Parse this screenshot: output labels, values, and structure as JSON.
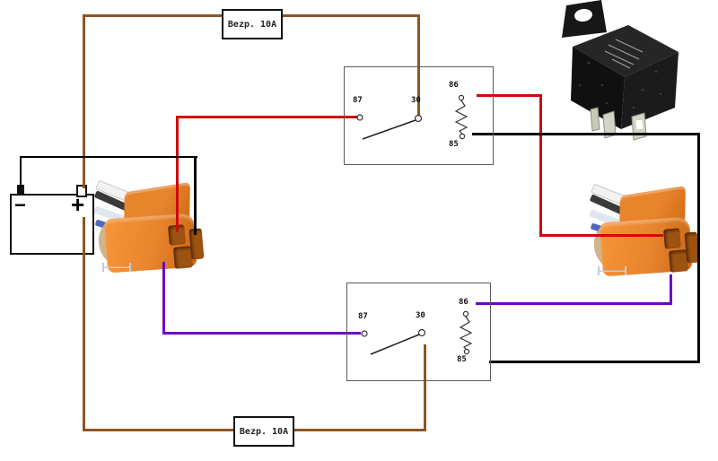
{
  "fuses": {
    "top_label": "Bezp. 10A",
    "bottom_label": "Bezp. 10A"
  },
  "battery": {
    "minus": "−",
    "plus": "+"
  },
  "relays": {
    "top": {
      "t87": "87",
      "t30": "30",
      "t86": "86",
      "t85": "85"
    },
    "bottom": {
      "t87": "87",
      "t30": "30",
      "t86": "86",
      "t85": "85"
    }
  },
  "colors": {
    "brown": "#8d5520",
    "red": "#cf0a0a",
    "black": "#000000",
    "purple": "#6d00c8",
    "orange": "#e8842c"
  },
  "wires": [
    {
      "name": "wire-brown-fuse-top-feed",
      "color": "brown",
      "segments": [
        [
          92,
          16,
          376,
          3
        ],
        [
          92,
          16,
          3,
          194
        ],
        [
          465,
          16,
          3,
          114
        ]
      ]
    },
    {
      "name": "wire-brown-fuse-bottom-feed",
      "color": "brown",
      "segments": [
        [
          92,
          242,
          3,
          239
        ],
        [
          92,
          478,
          383,
          3
        ],
        [
          472,
          384,
          3,
          97
        ]
      ]
    },
    {
      "name": "wire-red-relay1-87-to-left-connector",
      "color": "red",
      "segments": [
        [
          196,
          129,
          203,
          3
        ],
        [
          196,
          129,
          3,
          130
        ]
      ]
    },
    {
      "name": "wire-red-relay1-86-to-right-connector",
      "color": "red",
      "segments": [
        [
          531,
          105,
          73,
          3
        ],
        [
          601,
          105,
          3,
          159
        ],
        [
          601,
          261,
          138,
          3
        ]
      ]
    },
    {
      "name": "wire-black-battery-minus-to-left-connector",
      "color": "black",
      "segments": [
        [
          22,
          174,
          198,
          2
        ],
        [
          22,
          174,
          2,
          36
        ],
        [
          216,
          174,
          3,
          88
        ]
      ]
    },
    {
      "name": "wire-black-relay1-85-to-relay2-85",
      "color": "black",
      "segments": [
        [
          526,
          148,
          254,
          3
        ],
        [
          777,
          148,
          3,
          257
        ],
        [
          545,
          402,
          235,
          3
        ]
      ]
    },
    {
      "name": "wire-purple-left-connector-to-relay2-87",
      "color": "purple",
      "segments": [
        [
          181,
          292,
          3,
          81
        ],
        [
          181,
          370,
          221,
          3
        ]
      ]
    },
    {
      "name": "wire-purple-relay2-86-to-right-connector",
      "color": "purple",
      "segments": [
        [
          530,
          337,
          219,
          3
        ],
        [
          746,
          306,
          3,
          34
        ]
      ]
    }
  ]
}
